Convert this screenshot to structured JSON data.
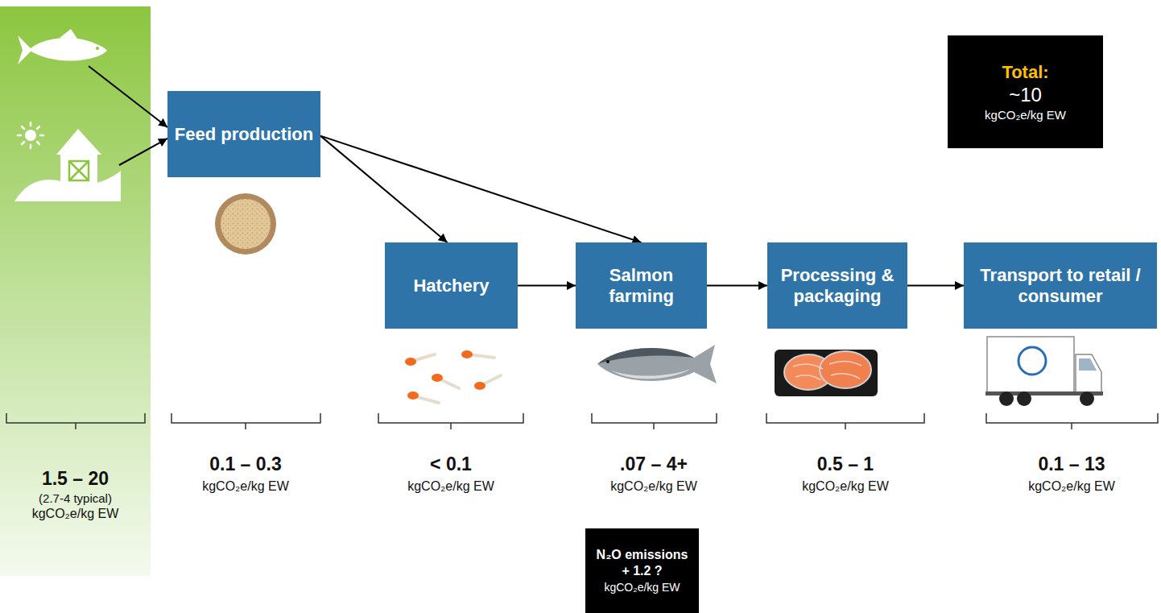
{
  "diagram": {
    "nodes": [
      {
        "text": [
          "1.5 – 20",
          "(2.7-4 typical)",
          "kgCO₂e/kg EW"
        ]
      },
      {
        "text": [
          "Feed production"
        ]
      },
      {
        "text": [
          "Hatchery"
        ]
      },
      {
        "text": [
          "Salmon farming"
        ]
      },
      {
        "text": [
          "Processing & packaging"
        ]
      },
      {
        "text": [
          "Transport to retail / consumer"
        ]
      },
      {
        "text": [
          "Total:",
          "~10",
          "kgCO₂e/kg EW"
        ]
      },
      {
        "text": [
          "N₂O emissions",
          "+ 1.2 ?",
          "kgCO₂e/kg EW"
        ]
      }
    ],
    "edges": [
      {
        "from": 0,
        "to": 1,
        "arrow": "to"
      },
      {
        "from": 0,
        "to": 1,
        "arrow": "to"
      },
      {
        "from": 1,
        "to": 2,
        "arrow": "to"
      },
      {
        "from": 1,
        "to": 3,
        "arrow": "to"
      },
      {
        "from": 2,
        "to": 3,
        "arrow": "to"
      },
      {
        "from": 3,
        "to": 4,
        "arrow": "to"
      },
      {
        "from": 4,
        "to": 5,
        "arrow": "to"
      }
    ],
    "labels": [
      "0.1 – 0.3",
      "kgCO₂e/kg EW",
      "< 0.1",
      "kgCO₂e/kg EW",
      ".07 – 4+",
      "kgCO₂e/kg EW",
      "0.5 – 1",
      "kgCO₂e/kg EW",
      "0.1 – 13",
      "kgCO₂e/kg EW"
    ]
  }
}
